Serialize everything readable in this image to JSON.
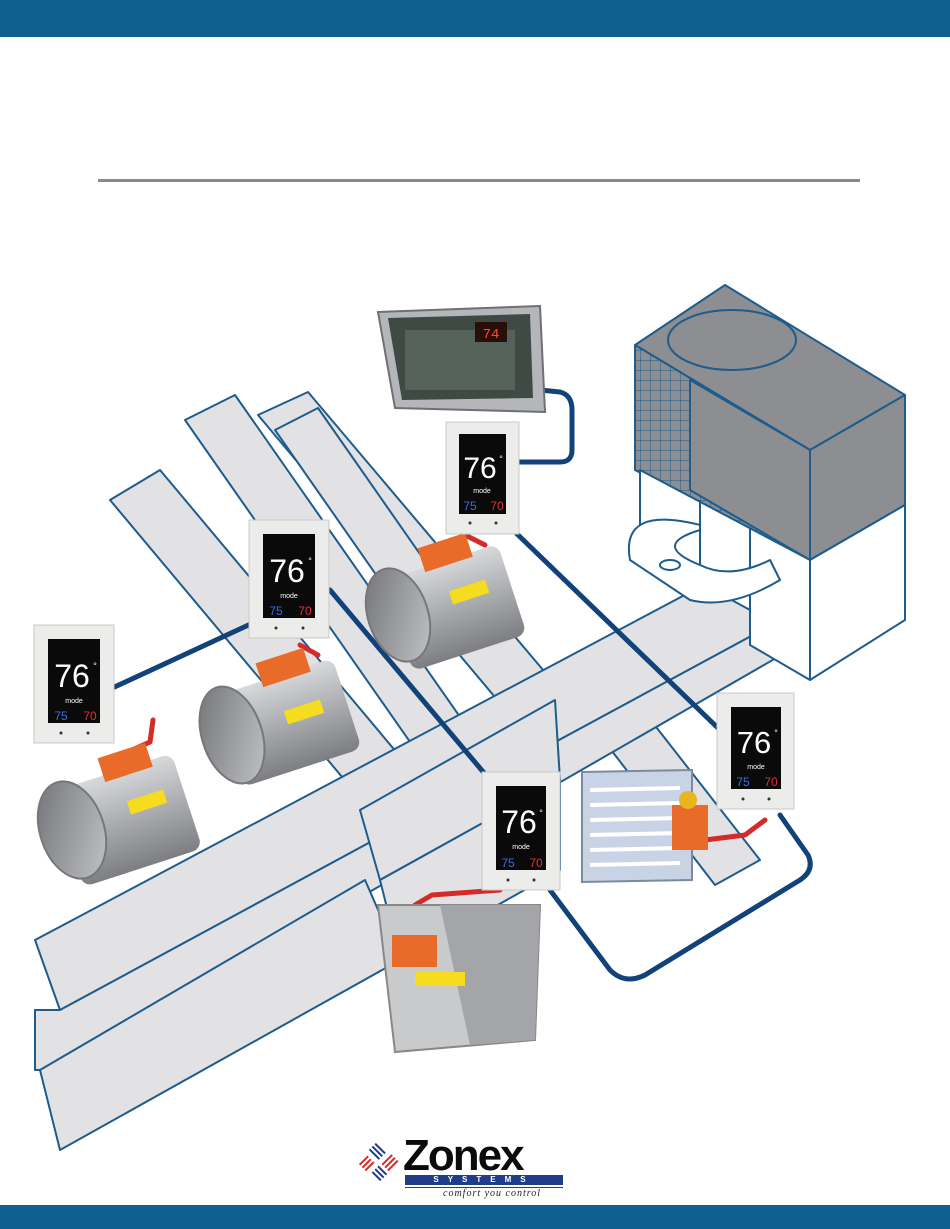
{
  "colors": {
    "top_bar": "#0f5f91",
    "bottom_bar": "#0f5f91",
    "duct_outline": "#1d5c8c",
    "duct_fill": "#e2e2e4",
    "wire_blue": "#11427a",
    "wire_red": "#d42a2a",
    "unit_body": "#8c8e91"
  },
  "thermostat": {
    "temp": "76",
    "degree": "°",
    "mode_label": "mode",
    "setpoint_cool": "75",
    "setpoint_heat": "70"
  },
  "controller_display": "74",
  "logo": {
    "name": "Zonex",
    "subtitle": "SYSTEMS",
    "tagline": "comfort you control"
  }
}
